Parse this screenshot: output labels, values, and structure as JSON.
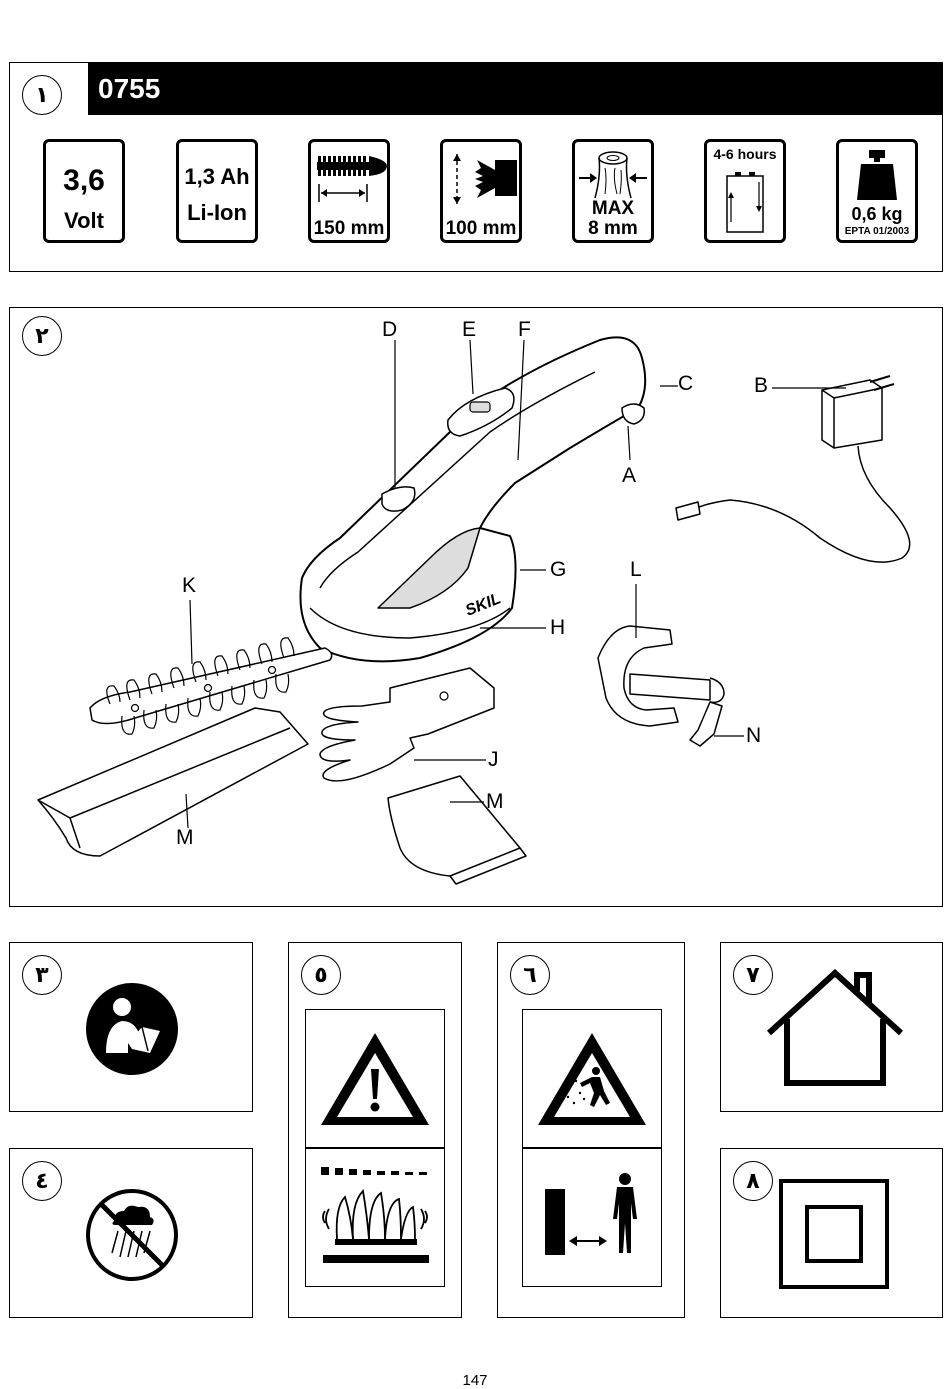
{
  "section1": {
    "number": "١",
    "model": "0755",
    "specs": {
      "voltage": {
        "value": "3,6",
        "unit": "Volt"
      },
      "battery": {
        "capacity": "1,3 Ah",
        "type": "Li-Ion"
      },
      "blade_length": "150 mm",
      "cutting_width": "100 mm",
      "max_cut": {
        "line1": "MAX",
        "line2": "8 mm"
      },
      "charge_time": "4-6 hours",
      "weight": {
        "value": "0,6 kg",
        "standard": "EPTA 01/2003"
      }
    }
  },
  "section2": {
    "number": "٢",
    "brand": "SKIL",
    "part_labels": {
      "A": "A",
      "B": "B",
      "C": "C",
      "D": "D",
      "E": "E",
      "F": "F",
      "G": "G",
      "H": "H",
      "J": "J",
      "K": "K",
      "L": "L",
      "M": "M",
      "N": "N"
    }
  },
  "section3": {
    "number": "٣",
    "icon": "read-manual-icon"
  },
  "section4": {
    "number": "٤",
    "icon": "no-rain-icon"
  },
  "section5": {
    "number": "٥",
    "icons": [
      "warning-icon",
      "moving-blades-icon"
    ]
  },
  "section6": {
    "number": "٦",
    "icons": [
      "bystander-warning-icon",
      "keep-distance-icon"
    ]
  },
  "section7": {
    "number": "٧",
    "icon": "indoor-use-icon"
  },
  "section8": {
    "number": "٨",
    "icon": "double-insulation-icon"
  },
  "page_number": "147"
}
